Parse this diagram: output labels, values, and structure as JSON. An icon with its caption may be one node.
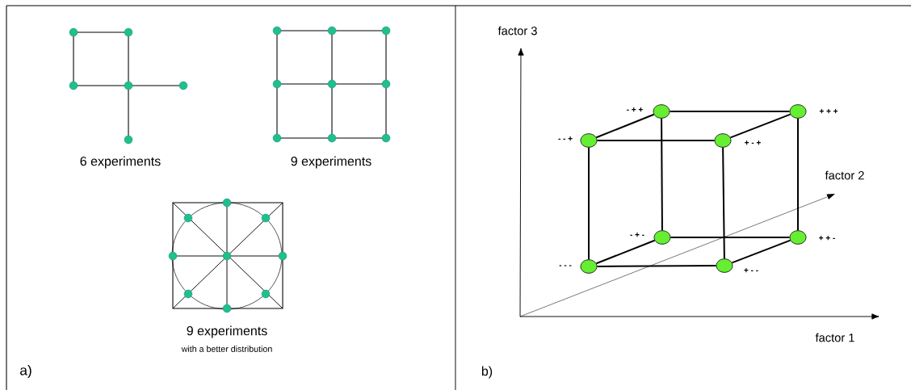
{
  "diagram": {
    "nodes": [
      {
        "text": [],
        "shape": "circle",
        "beside": [
          "- + +"
        ]
      },
      {
        "text": [],
        "shape": "circle",
        "beside": [
          "+ + +"
        ]
      },
      {
        "text": [],
        "shape": "circle",
        "beside": [
          "- - +"
        ]
      },
      {
        "text": [],
        "shape": "circle",
        "beside": [
          "+ - +"
        ]
      },
      {
        "text": [],
        "shape": "circle",
        "beside": [
          "- + -"
        ]
      },
      {
        "text": [],
        "shape": "circle",
        "beside": [
          "+ + -"
        ]
      },
      {
        "text": [],
        "shape": "circle",
        "beside": [
          "- - -"
        ]
      },
      {
        "text": [],
        "shape": "circle",
        "beside": [
          "+ - -"
        ]
      }
    ],
    "edges": [
      {
        "from": 0,
        "to": 1,
        "arrow": "none"
      },
      {
        "from": 2,
        "to": 3,
        "arrow": "none"
      },
      {
        "from": 0,
        "to": 2,
        "arrow": "none"
      },
      {
        "from": 1,
        "to": 3,
        "arrow": "none"
      },
      {
        "from": 4,
        "to": 5,
        "arrow": "none"
      },
      {
        "from": 6,
        "to": 7,
        "arrow": "none"
      },
      {
        "from": 4,
        "to": 6,
        "arrow": "none"
      },
      {
        "from": 5,
        "to": 7,
        "arrow": "none"
      },
      {
        "from": 0,
        "to": 4,
        "arrow": "none"
      },
      {
        "from": 1,
        "to": 5,
        "arrow": "none"
      },
      {
        "from": 2,
        "to": 6,
        "arrow": "none"
      },
      {
        "from": 3,
        "to": 7,
        "arrow": "none"
      }
    ],
    "labels": [
      "6 experiments",
      "9 experiments",
      "9 experiments",
      "with a better distribution",
      "a)",
      "factor 3",
      "factor 2",
      "factor 1",
      "b)"
    ]
  }
}
